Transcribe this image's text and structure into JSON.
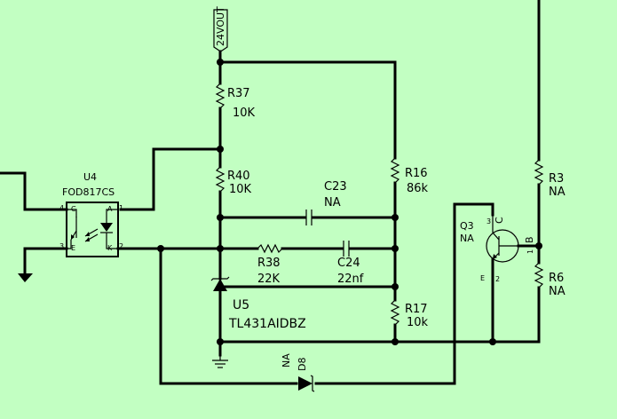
{
  "net_label": "24VOUT",
  "opto": {
    "ref": "U4",
    "part": "FOD817CS",
    "pins": {
      "p4": "4",
      "p1": "1",
      "p3": "3",
      "p2": "2",
      "c": "C",
      "a": "A",
      "e": "E",
      "k": "K"
    }
  },
  "r37": {
    "ref": "R37",
    "value": "10K"
  },
  "r40": {
    "ref": "R40",
    "value": "10K"
  },
  "r16": {
    "ref": "R16",
    "value": "86k"
  },
  "c23": {
    "ref": "C23",
    "value": "NA"
  },
  "r38": {
    "ref": "R38",
    "value": "22K"
  },
  "c24": {
    "ref": "C24",
    "value": "22nf"
  },
  "u5": {
    "ref": "U5",
    "part": "TL431AIDBZ"
  },
  "r17": {
    "ref": "R17",
    "value": "10k"
  },
  "d8": {
    "ref": "D8",
    "value": "NA"
  },
  "q3": {
    "ref": "Q3",
    "value": "NA",
    "pins": {
      "p3": "3",
      "c": "C",
      "p1": "1",
      "b": "B",
      "e": "E",
      "p2": "2"
    }
  },
  "r3": {
    "ref": "R3",
    "value": "NA"
  },
  "r6": {
    "ref": "R6",
    "value": "NA"
  }
}
